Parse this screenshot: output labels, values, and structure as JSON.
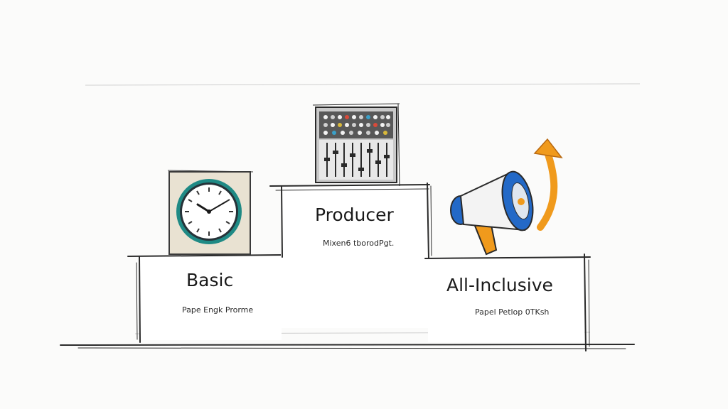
{
  "tiers": [
    {
      "title": "Basic",
      "subtitle": "Pape Engk Prorme",
      "icon": "clock-icon"
    },
    {
      "title": "Producer",
      "subtitle": "Mixen6 tborodPgt.",
      "icon": "mixing-console-icon"
    },
    {
      "title": "All-Inclusive",
      "subtitle": "Papel Petlop 0TKsh",
      "icon": "megaphone-icon"
    }
  ],
  "colors": {
    "ink": "#1c1c1c",
    "clock_face": "#e9e2d2",
    "clock_ring": "#1f8a85",
    "megaphone_blue": "#2369c7",
    "accent_orange": "#f09a1c",
    "console_gray": "#6e6e6e"
  }
}
